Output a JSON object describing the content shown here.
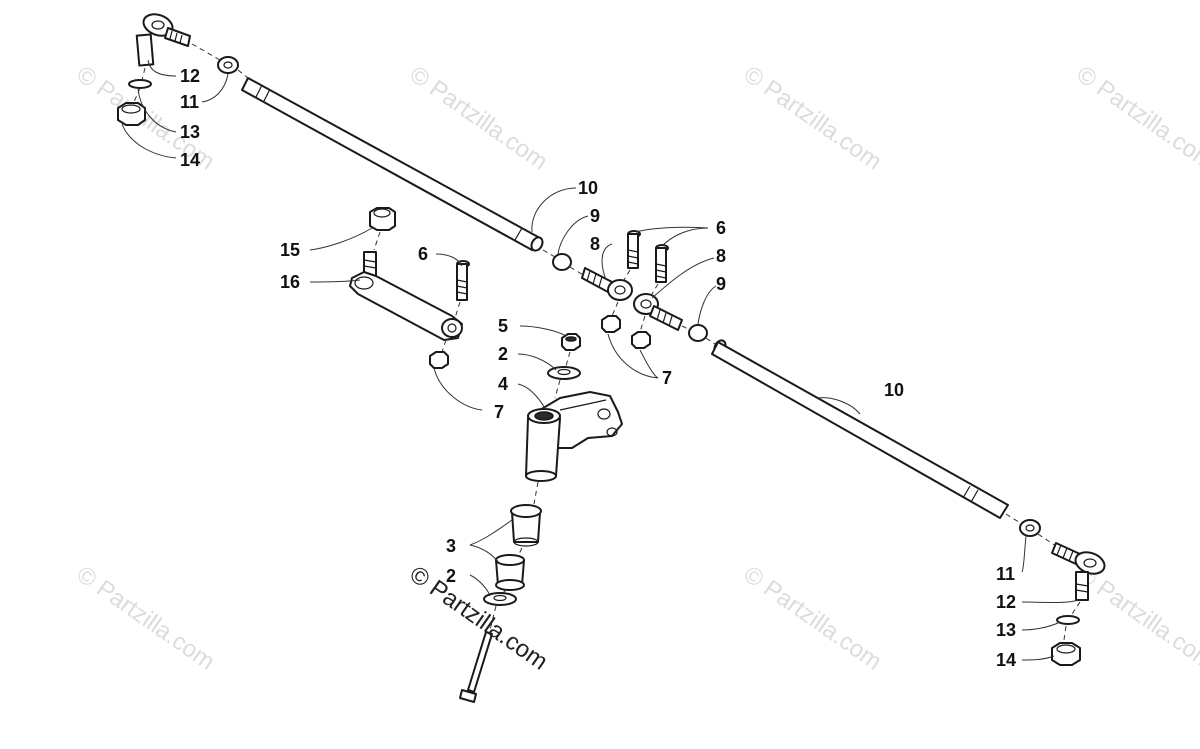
{
  "watermark": {
    "text": "© Partzilla.com"
  },
  "callouts": {
    "c2a": "2",
    "c2b": "2",
    "c3": "3",
    "c4": "4",
    "c5": "5",
    "c6a": "6",
    "c6b": "6",
    "c7a": "7",
    "c7b": "7",
    "c8a": "8",
    "c8b": "8",
    "c9a": "9",
    "c9b": "9",
    "c10a": "10",
    "c10b": "10",
    "c11a": "11",
    "c11b": "11",
    "c12a": "12",
    "c12b": "12",
    "c13a": "13",
    "c13b": "13",
    "c14a": "14",
    "c14b": "14",
    "c15": "15",
    "c16": "16"
  }
}
